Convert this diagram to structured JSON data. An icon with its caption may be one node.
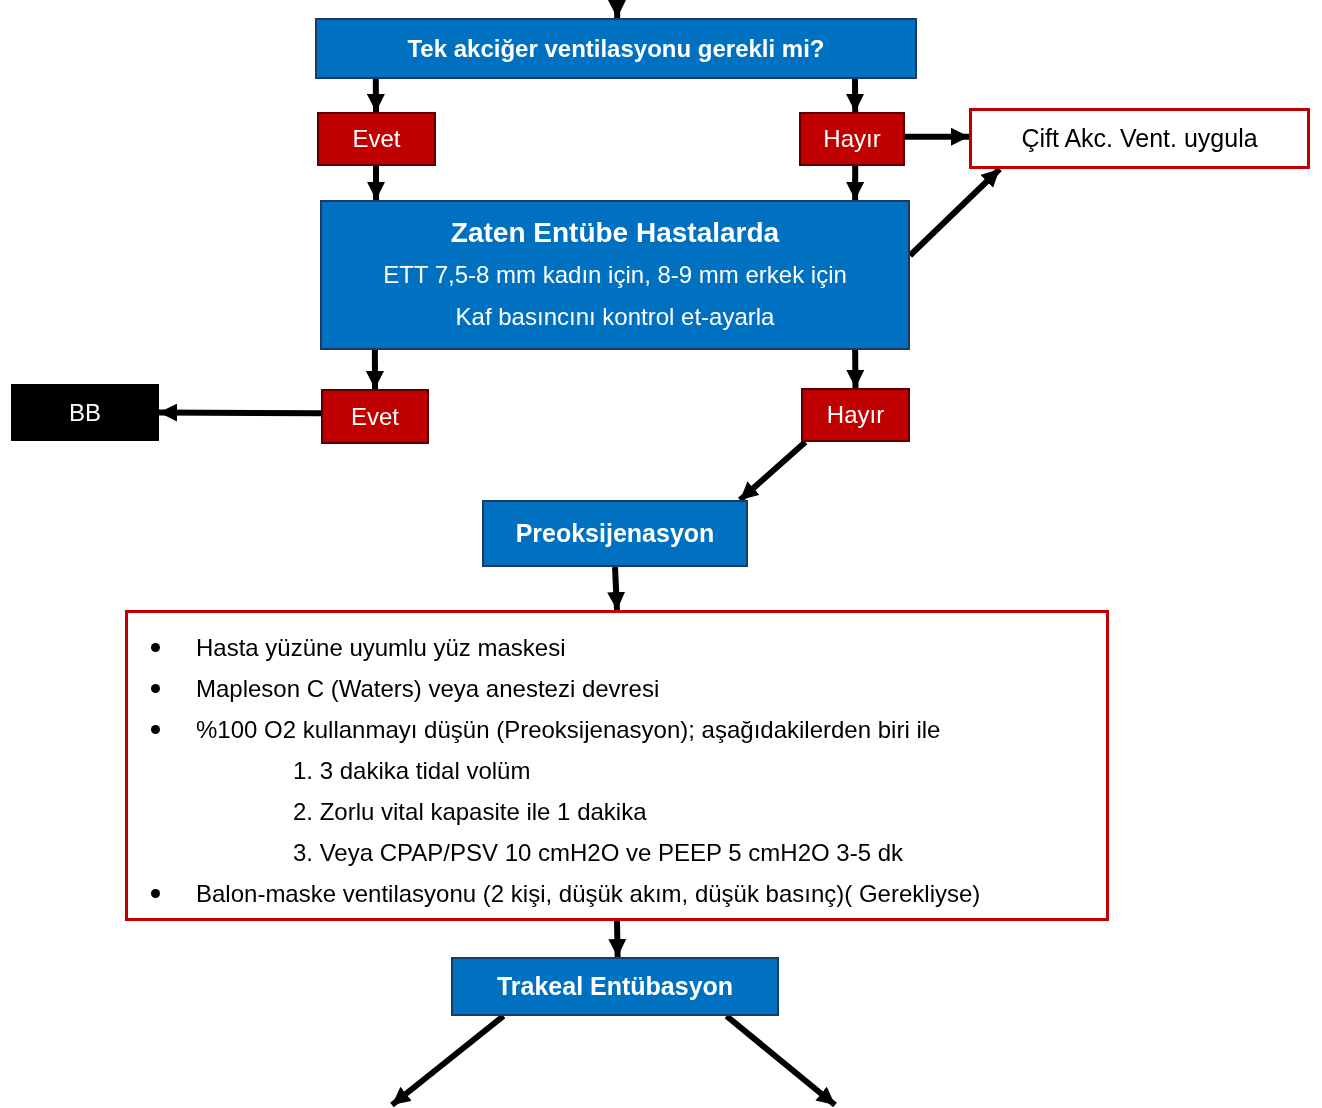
{
  "diagram": {
    "nodes": [
      {
        "text": [
          "Tek akciğer ventilasyonu gerekli mi?"
        ]
      },
      {
        "text": [
          "Evet"
        ]
      },
      {
        "text": [
          "Hayır"
        ]
      },
      {
        "text": [
          "Çift Akc. Vent. uygula"
        ]
      },
      {
        "text": [
          "Zaten Entübe Hastalarda",
          "ETT 7,5-8 mm kadın için, 8-9 mm erkek için",
          "Kaf basıncını kontrol et-ayarla"
        ]
      },
      {
        "text": [
          "BB"
        ]
      },
      {
        "text": [
          "Evet"
        ]
      },
      {
        "text": [
          "Hayır"
        ]
      },
      {
        "text": [
          "Preoksijenasyon"
        ]
      },
      {
        "text": [
          "Hasta yüzüne uyumlu yüz maskesi",
          "Mapleson C (Waters) veya anestezi devresi",
          "%100 O2 kullanmayı düşün (Preoksijenasyon); aşağıdakilerden biri ile",
          "1. 3 dakika tidal volüm",
          "2. Zorlu vital kapasite ile 1 dakika",
          "3. Veya CPAP/PSV 10 cmH2O ve PEEP 5 cmH2O 3-5 dk",
          "Balon-maske ventilasyonu (2 kişi, düşük akım, düşük basınç)( Gerekliyse)"
        ]
      },
      {
        "text": [
          "Trakeal Entübasyon"
        ]
      }
    ],
    "edges": [
      {
        "from": null,
        "to": 0,
        "arrow": "to"
      },
      {
        "from": 0,
        "to": 1,
        "arrow": "to"
      },
      {
        "from": 0,
        "to": 2,
        "arrow": "to"
      },
      {
        "from": 1,
        "to": 4,
        "arrow": "to"
      },
      {
        "from": 2,
        "to": 4,
        "arrow": "to"
      },
      {
        "from": 2,
        "to": 3,
        "arrow": "to"
      },
      {
        "from": 4,
        "to": 3,
        "arrow": "to"
      },
      {
        "from": 4,
        "to": 6,
        "arrow": "to"
      },
      {
        "from": 4,
        "to": 7,
        "arrow": "to"
      },
      {
        "from": 6,
        "to": 5,
        "arrow": "to"
      },
      {
        "from": 7,
        "to": 8,
        "arrow": "to"
      },
      {
        "from": 8,
        "to": 9,
        "arrow": "to"
      },
      {
        "from": 9,
        "to": 10,
        "arrow": "to"
      },
      {
        "from": 10,
        "to": null,
        "arrow": "to"
      },
      {
        "from": 10,
        "to": null,
        "arrow": "to"
      }
    ]
  }
}
